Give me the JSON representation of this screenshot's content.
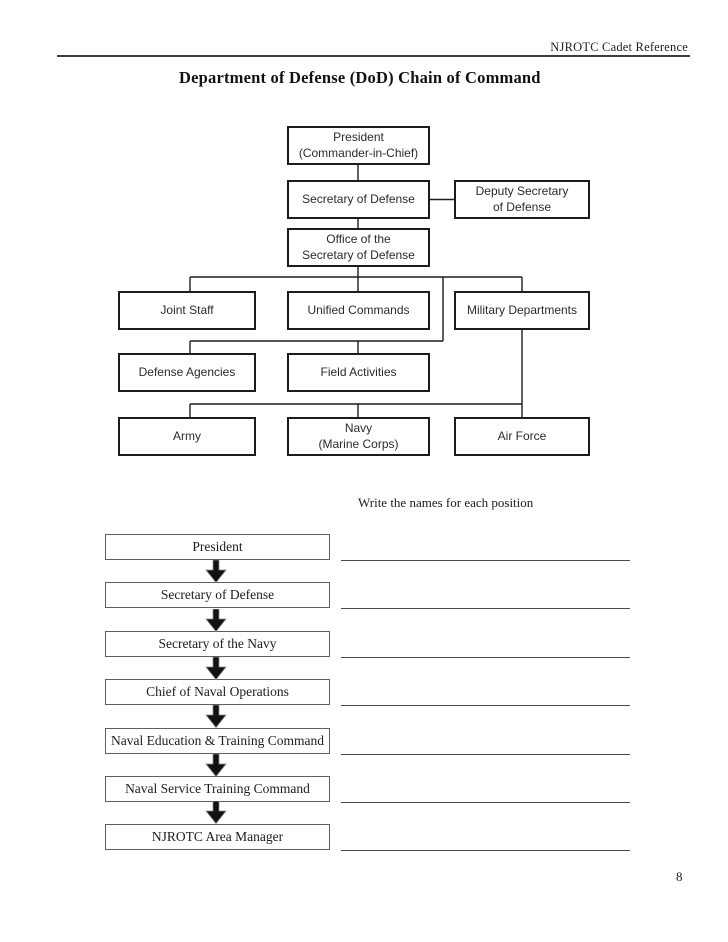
{
  "header": {
    "reference": "NJROTC Cadet Reference"
  },
  "title": "Department of Defense (DoD) Chain of Command",
  "org_chart": {
    "president": "President\n(Commander-in-Chief)",
    "secretary_of_defense": "Secretary of Defense",
    "deputy_secretary": "Deputy Secretary\nof Defense",
    "office_of_secdef": "Office of the\nSecretary of Defense",
    "joint_staff": "Joint Staff",
    "unified_commands": "Unified Commands",
    "military_departments": "Military Departments",
    "defense_agencies": "Defense Agencies",
    "field_activities": "Field Activities",
    "army": "Army",
    "navy": "Navy\n(Marine Corps)",
    "air_force": "Air Force"
  },
  "exercise": {
    "instruction": "Write the names for each position",
    "positions": [
      "President",
      "Secretary of Defense",
      "Secretary of the Navy",
      "Chief of Naval Operations",
      "Naval Education & Training Command",
      "Naval Service Training Command",
      "NJROTC Area Manager"
    ]
  },
  "page_number": "8"
}
